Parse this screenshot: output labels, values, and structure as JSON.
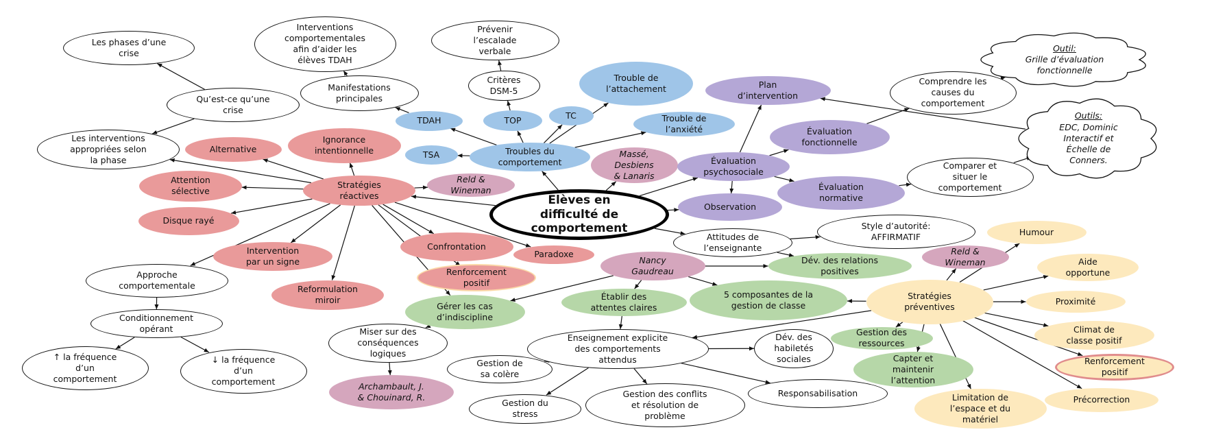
{
  "title": "Elèves en difficulté de comportement",
  "colors": {
    "reactive": "#e99a9a",
    "troubles": "#9fc5e8",
    "evaluation": "#b4a7d6",
    "authors": "#d5a6bd",
    "management": "#b6d7a8",
    "preventive": "#fde9bd"
  },
  "nodes": [
    {
      "id": "eleves",
      "text": "Elèves en\ndifficulté de\ncomportement",
      "style": "main"
    },
    {
      "id": "phases",
      "text": "Les phases d’une\ncrise",
      "style": "white"
    },
    {
      "id": "interv_tdah",
      "text": "Interventions\ncomportementales\nafin d’aider les\nélèves TDAH",
      "style": "white"
    },
    {
      "id": "prevenir",
      "text": "Prévenir\nl’escalade\nverbale",
      "style": "white"
    },
    {
      "id": "quest",
      "text": "Qu’est-ce qu’une\ncrise",
      "style": "white"
    },
    {
      "id": "manif",
      "text": "Manifestations\nprincipales",
      "style": "white"
    },
    {
      "id": "criteres",
      "text": "Critères\nDSM-5",
      "style": "white"
    },
    {
      "id": "trouble_attach",
      "text": "Trouble de\nl’attachement",
      "style": "blue"
    },
    {
      "id": "plan",
      "text": "Plan\nd’intervention",
      "style": "purple"
    },
    {
      "id": "comprendre",
      "text": "Comprendre les\ncauses du\ncomportement",
      "style": "white"
    },
    {
      "id": "cloud1",
      "title": "Outil:",
      "text": "Grille d’évaluation\nfonctionnelle",
      "style": "cloud"
    },
    {
      "id": "cloud2",
      "title": "Outils:",
      "text": "EDC, Dominic\nInteractif et\nÉchelle de\nConners.",
      "style": "cloud"
    },
    {
      "id": "les_interv",
      "text": "Les interventions\nappropriées selon\nla phase",
      "style": "white"
    },
    {
      "id": "tdah",
      "text": "TDAH",
      "style": "blue"
    },
    {
      "id": "top",
      "text": "TOP",
      "style": "blue"
    },
    {
      "id": "tc",
      "text": "TC",
      "style": "blue"
    },
    {
      "id": "anxiete",
      "text": "Trouble de\nl’anxiété",
      "style": "blue"
    },
    {
      "id": "alternative",
      "text": "Alternative",
      "style": "red"
    },
    {
      "id": "ignorance",
      "text": "Ignorance\nintentionnelle",
      "style": "red"
    },
    {
      "id": "tsa",
      "text": "TSA",
      "style": "blue"
    },
    {
      "id": "troubles_comp",
      "text": "Troubles du\ncomportement",
      "style": "blue"
    },
    {
      "id": "masse",
      "text": "Massé,\nDesbiens\n& Lanaris",
      "style": "pink"
    },
    {
      "id": "eval_psy",
      "text": "Évaluation\npsychosociale",
      "style": "purple"
    },
    {
      "id": "eval_fonct",
      "text": "Évaluation\nfonctionnelle",
      "style": "purple"
    },
    {
      "id": "eval_norm",
      "text": "Évaluation\nnormative",
      "style": "purple"
    },
    {
      "id": "comparer",
      "text": "Comparer et\nsituer le\ncomportement",
      "style": "white"
    },
    {
      "id": "attention",
      "text": "Attention\nsélective",
      "style": "red"
    },
    {
      "id": "strat_react",
      "text": "Stratégies\nréactives",
      "style": "red"
    },
    {
      "id": "reld1",
      "text": "Reld &\nWineman",
      "style": "pink"
    },
    {
      "id": "observation",
      "text": "Observation",
      "style": "purple"
    },
    {
      "id": "disque",
      "text": "Disque rayé",
      "style": "red"
    },
    {
      "id": "attitudes",
      "text": "Attitudes de\nl’enseignante",
      "style": "white"
    },
    {
      "id": "style",
      "text": "Style d’autorité:\nAFFIRMATIF",
      "style": "white"
    },
    {
      "id": "humour",
      "text": "Humour",
      "style": "yellow"
    },
    {
      "id": "intervention_signe",
      "text": "Intervention\npar un signe",
      "style": "red"
    },
    {
      "id": "confrontation",
      "text": "Confrontation",
      "style": "red"
    },
    {
      "id": "paradoxe",
      "text": "Paradoxe",
      "style": "red"
    },
    {
      "id": "nancy",
      "text": "Nancy\nGaudreau",
      "style": "pink"
    },
    {
      "id": "relations",
      "text": "Dév. des relations\npositives",
      "style": "green"
    },
    {
      "id": "reld2",
      "text": "Reld &\nWineman",
      "style": "pink"
    },
    {
      "id": "aide",
      "text": "Aide\nopportune",
      "style": "yellow"
    },
    {
      "id": "approche",
      "text": "Approche\ncomportementale",
      "style": "white"
    },
    {
      "id": "renf1",
      "text": "Renforcement\npositif",
      "style": "red-glow"
    },
    {
      "id": "reformulation",
      "text": "Reformulation\nmiroir",
      "style": "red"
    },
    {
      "id": "gerer",
      "text": "Gérer les cas\nd’indiscipline",
      "style": "green"
    },
    {
      "id": "etablir",
      "text": "Établir des\nattentes claires",
      "style": "green"
    },
    {
      "id": "cinq",
      "text": "5 composantes de la\ngestion de classe",
      "style": "green"
    },
    {
      "id": "strat_prev",
      "text": "Stratégies\npréventives",
      "style": "yellow"
    },
    {
      "id": "proximite",
      "text": "Proximité",
      "style": "yellow"
    },
    {
      "id": "conditionnement",
      "text": "Conditionnement\nopérant",
      "style": "white"
    },
    {
      "id": "miser",
      "text": "Miser sur des\nconséquences\nlogiques",
      "style": "white"
    },
    {
      "id": "enseignement",
      "text": "Enseignement explicite\ndes comportements\nattendus",
      "style": "white"
    },
    {
      "id": "dev_hab",
      "text": "Dév. des\nhabiletés\nsociales",
      "style": "white"
    },
    {
      "id": "gestion_ress",
      "text": "Gestion des\nressources",
      "style": "green"
    },
    {
      "id": "climat",
      "text": "Climat de\nclasse positif",
      "style": "yellow"
    },
    {
      "id": "freq_up",
      "text": "↑ la fréquence\nd’un\ncomportement",
      "style": "white"
    },
    {
      "id": "freq_down",
      "text": "↓ la fréquence\nd’un\ncomportement",
      "style": "white"
    },
    {
      "id": "gestion_colere",
      "text": "Gestion de\nsa colère",
      "style": "white"
    },
    {
      "id": "capter",
      "text": "Capter et\nmaintenir\nl’attention",
      "style": "green"
    },
    {
      "id": "renf2",
      "text": "Renforcement\npositif",
      "style": "yellow-red"
    },
    {
      "id": "archambault",
      "text": "Archambault, J.\n& Chouinard, R.",
      "style": "pink"
    },
    {
      "id": "gestion_stress",
      "text": "Gestion du\nstress",
      "style": "white"
    },
    {
      "id": "conflits",
      "text": "Gestion des conflits\net résolution de\nproblème",
      "style": "white"
    },
    {
      "id": "respons",
      "text": "Responsabilisation",
      "style": "white"
    },
    {
      "id": "limitation",
      "text": "Limitation de\nl’espace et du\nmatériel",
      "style": "yellow"
    },
    {
      "id": "precorrection",
      "text": "Précorrection",
      "style": "yellow"
    }
  ],
  "edges": [
    [
      "quest",
      "phases"
    ],
    [
      "quest",
      "les_interv"
    ],
    [
      "strat_react",
      "les_interv"
    ],
    [
      "strat_react",
      "alternative"
    ],
    [
      "strat_react",
      "ignorance"
    ],
    [
      "strat_react",
      "attention"
    ],
    [
      "strat_react",
      "disque"
    ],
    [
      "strat_react",
      "approche"
    ],
    [
      "strat_react",
      "intervention_signe"
    ],
    [
      "strat_react",
      "reformulation"
    ],
    [
      "strat_react",
      "gerer"
    ],
    [
      "strat_react",
      "renf1"
    ],
    [
      "strat_react",
      "confrontation"
    ],
    [
      "strat_react",
      "paradoxe"
    ],
    [
      "strat_react",
      "reld1"
    ],
    [
      "eleves",
      "strat_react"
    ],
    [
      "tdah",
      "manif"
    ],
    [
      "manif",
      "interv_tdah"
    ],
    [
      "troubles_comp",
      "tdah"
    ],
    [
      "troubles_comp",
      "tsa"
    ],
    [
      "troubles_comp",
      "top"
    ],
    [
      "troubles_comp",
      "tc"
    ],
    [
      "troubles_comp",
      "trouble_attach"
    ],
    [
      "troubles_comp",
      "anxiete"
    ],
    [
      "top",
      "criteres"
    ],
    [
      "criteres",
      "prevenir"
    ],
    [
      "eleves",
      "troubles_comp"
    ],
    [
      "eleves",
      "masse"
    ],
    [
      "eleves",
      "eval_psy"
    ],
    [
      "eleves",
      "observation"
    ],
    [
      "eleves",
      "attitudes"
    ],
    [
      "eval_psy",
      "plan"
    ],
    [
      "eval_psy",
      "eval_fonct"
    ],
    [
      "eval_psy",
      "eval_norm"
    ],
    [
      "eval_psy",
      "observation"
    ],
    [
      "eval_fonct",
      "comprendre"
    ],
    [
      "comprendre",
      "cloud1"
    ],
    [
      "eval_norm",
      "comparer"
    ],
    [
      "comparer",
      "cloud2"
    ],
    [
      "cloud2",
      "plan"
    ],
    [
      "attitudes",
      "style"
    ],
    [
      "attitudes",
      "relations"
    ],
    [
      "nancy",
      "relations"
    ],
    [
      "nancy",
      "cinq"
    ],
    [
      "nancy",
      "etablir"
    ],
    [
      "nancy",
      "gerer"
    ],
    [
      "gerer",
      "miser"
    ],
    [
      "miser",
      "archambault"
    ],
    [
      "etablir",
      "enseignement"
    ],
    [
      "strat_prev",
      "enseignement"
    ],
    [
      "strat_prev",
      "cinq"
    ],
    [
      "strat_prev",
      "reld2"
    ],
    [
      "strat_prev",
      "humour"
    ],
    [
      "strat_prev",
      "aide"
    ],
    [
      "strat_prev",
      "proximite"
    ],
    [
      "strat_prev",
      "climat"
    ],
    [
      "strat_prev",
      "renf2"
    ],
    [
      "strat_prev",
      "precorrection"
    ],
    [
      "strat_prev",
      "limitation"
    ],
    [
      "strat_prev",
      "capter"
    ],
    [
      "strat_prev",
      "gestion_ress"
    ],
    [
      "enseignement",
      "dev_hab"
    ],
    [
      "enseignement",
      "gestion_colere"
    ],
    [
      "enseignement",
      "gestion_stress"
    ],
    [
      "enseignement",
      "conflits"
    ],
    [
      "enseignement",
      "respons"
    ],
    [
      "approche",
      "conditionnement"
    ],
    [
      "conditionnement",
      "freq_up"
    ],
    [
      "conditionnement",
      "freq_down"
    ]
  ]
}
